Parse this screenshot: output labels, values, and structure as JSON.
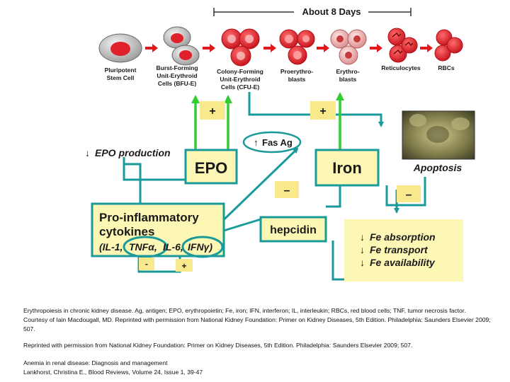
{
  "header": {
    "duration": "About 8 Days"
  },
  "stages": [
    {
      "name": "Pluripotent",
      "name2": "Stem Cell",
      "name3": ""
    },
    {
      "name": "Burst-Forming",
      "name2": "Unit-Erythroid",
      "name3": "Cells (BFU-E)"
    },
    {
      "name": "Colony-Forming",
      "name2": "Unit-Erythroid",
      "name3": "Cells (CFU-E)"
    },
    {
      "name": "Proerythro-",
      "name2": "blasts",
      "name3": ""
    },
    {
      "name": "Erythro-",
      "name2": "blasts",
      "name3": ""
    },
    {
      "name": "Reticulocytes",
      "name2": "",
      "name3": ""
    },
    {
      "name": "RBCs",
      "name2": "",
      "name3": ""
    }
  ],
  "labels": {
    "epo_production": "EPO production",
    "epo": "EPO",
    "iron": "Iron",
    "fas_ag": "Fas Ag",
    "apoptosis": "Apoptosis",
    "cytokines_title1": "Pro-inflammatory",
    "cytokines_title2": "cytokines",
    "il1": "(IL-1,",
    "tnf": "TNFα,",
    "il6": "IL-6,",
    "ifn": "IFNγ)",
    "hepcidin": "hepcidin",
    "fe_absorption": "Fe absorption",
    "fe_transport": "Fe transport",
    "fe_availability": "Fe availability",
    "plus": "+",
    "minus": "–",
    "minus_small": "-",
    "up_arrow": "↑",
    "down_arrow": "↓"
  },
  "caption": {
    "line1": "Erythropoiesis in chronic kidney disease. Ag, antigen; EPO, erythropoietin; Fe, iron; IFN, interferon; IL, interleukin; RBCs, red blood cells; TNF, tumor necrosis factor. Courtesy of Iain Macdougall, MD. Reprinted with permission from National Kidney Foundation: Primer on Kidney Diseases, 5th Edition. Philadelphia: Saunders Elsevier 2009; 507.",
    "line2": "Reprinted with permission from National Kidney Foundation: Primer on Kidney Diseases, 5th Edition. Philadelphia: Saunders Elsevier 2009; 507.",
    "line3": "Anemia in renal disease: Diagnosis and management",
    "line4": "Lankhorst, Christina E., Blood Reviews, Volume 24, Issue 1, 39-47"
  },
  "colors": {
    "teal": "#1a9a9a",
    "green": "#33cc33",
    "box_fill": "#fdf7b6",
    "red_arrow": "#e01a1a",
    "cell_red": "#e0202a",
    "minus_fill": "#f7e98c"
  }
}
